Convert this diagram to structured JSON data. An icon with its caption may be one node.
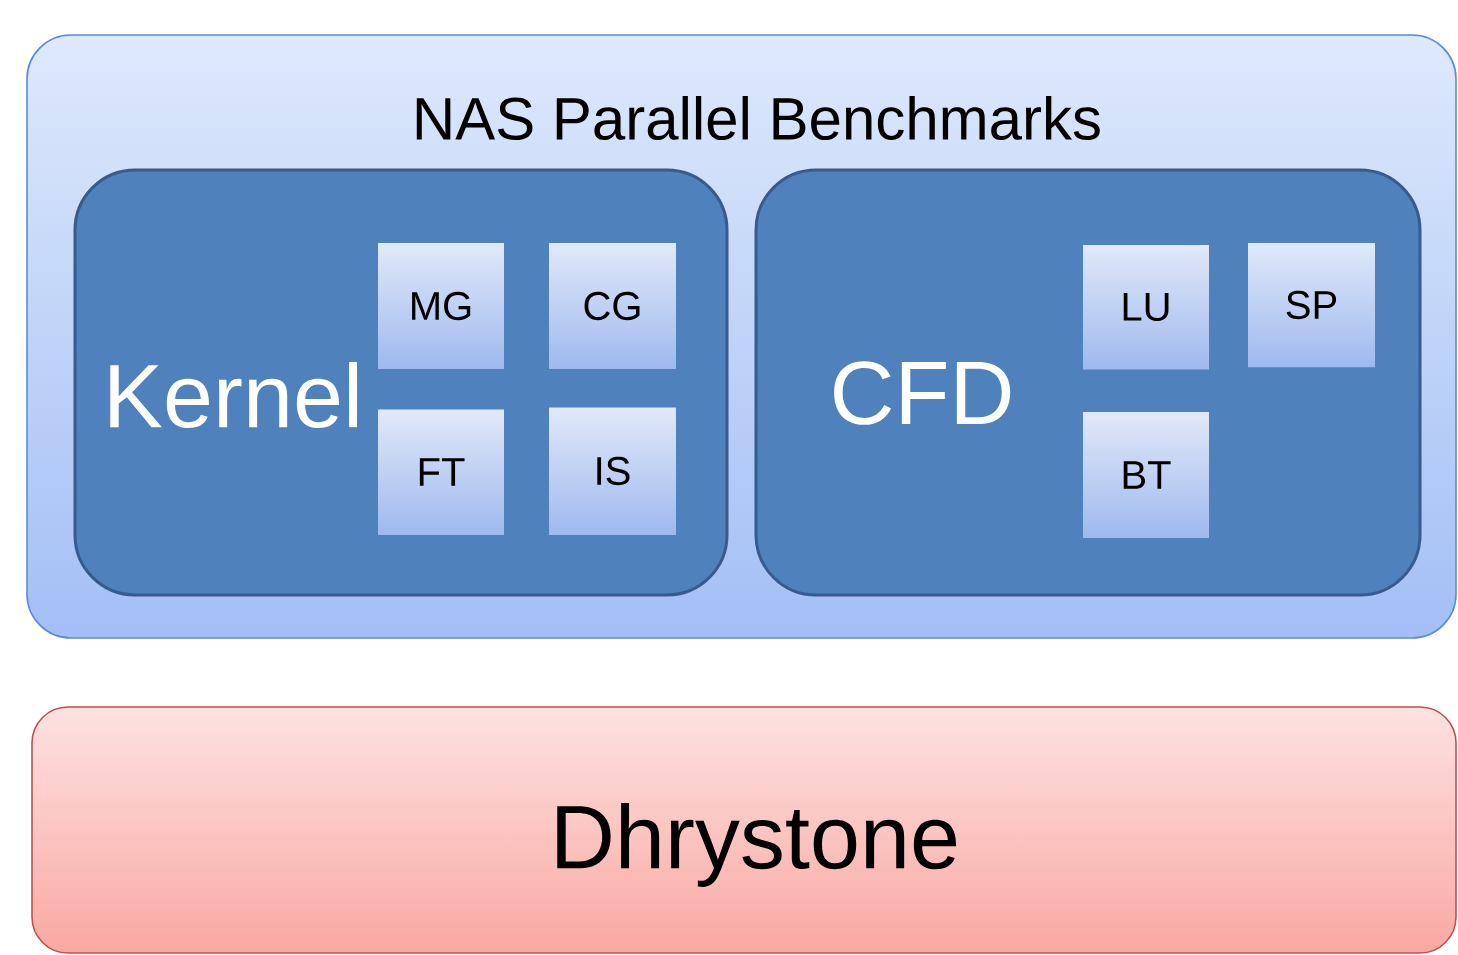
{
  "diagram": {
    "nodes": [
      {
        "text": [
          "NAS Parallel Benchmarks"
        ]
      },
      {
        "text": [
          "Kernel"
        ],
        "in": 0
      },
      {
        "text": [
          "MG"
        ],
        "in": 1
      },
      {
        "text": [
          "CG"
        ],
        "in": 1
      },
      {
        "text": [
          "FT"
        ],
        "in": 1
      },
      {
        "text": [
          "IS"
        ],
        "in": 1
      },
      {
        "text": [
          "CFD"
        ],
        "in": 0
      },
      {
        "text": [
          "LU"
        ],
        "in": 6
      },
      {
        "text": [
          "SP"
        ],
        "in": 6
      },
      {
        "text": [
          "BT"
        ],
        "in": 6
      },
      {
        "text": [
          "Dhrystone"
        ]
      }
    ]
  }
}
